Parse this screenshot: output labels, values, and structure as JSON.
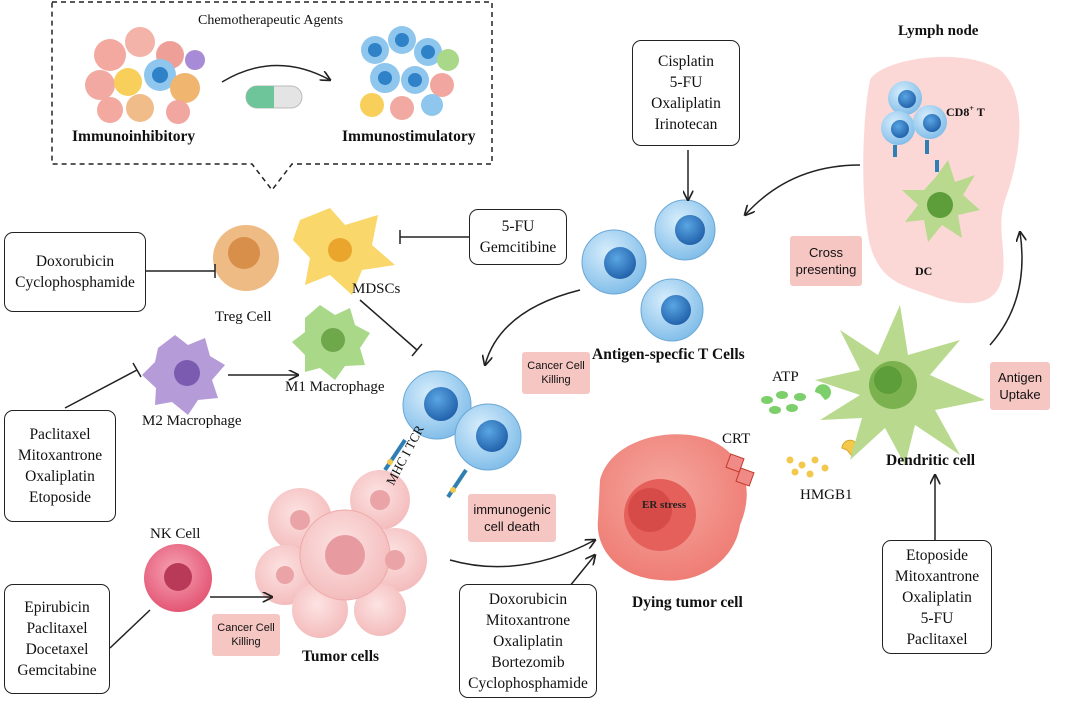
{
  "header_panel": {
    "title": "Chemotherapeutic Agents",
    "left_label": "Immunoinhibitory",
    "right_label": "Immunostimulatory"
  },
  "labels": {
    "lymph_node": "Lymph node",
    "cd8_t": "CD8",
    "cd8_t_sup": "+",
    "cd8_t_suffix": " T",
    "dc_short": "DC",
    "treg": "Treg Cell",
    "mdscs": "MDSCs",
    "m2": "M2 Macrophage",
    "m1": "M1 Macrophage",
    "antigen_t": "Antigen-specfic T Cells",
    "nk": "NK Cell",
    "tumor": "Tumor cells",
    "mhc_tcr": "MHC I  TCR",
    "dying": "Dying tumor cell",
    "er": "ER  stress",
    "crt": "CRT",
    "atp": "ATP",
    "hmgb1": "HMGB1",
    "dendritic": "Dendritic cell"
  },
  "drug_boxes": {
    "top": [
      "Cisplatin",
      "5-FU",
      "Oxaliplatin",
      "Irinotecan"
    ],
    "mdsc": [
      "5-FU",
      "Gemcitibine"
    ],
    "treg": [
      "Doxorubicin",
      "Cyclophosphamide"
    ],
    "m2": [
      "Paclitaxel",
      "Mitoxantrone",
      "Oxaliplatin",
      "Etoposide"
    ],
    "nk": [
      "Epirubicin",
      "Paclitaxel",
      "Docetaxel",
      "Gemcitabine"
    ],
    "dying": [
      "Doxorubicin",
      "Mitoxantrone",
      "Oxaliplatin",
      "Bortezomib",
      "Cyclophosphamide"
    ],
    "dc": [
      "Etoposide",
      "Mitoxantrone",
      "Oxaliplatin",
      "5-FU",
      "Paclitaxel"
    ]
  },
  "process_tags": {
    "cross": [
      "Cross",
      "presenting"
    ],
    "uptake": [
      "Antigen",
      "Uptake"
    ],
    "killing_t": [
      "Cancer Cell",
      "Killing"
    ],
    "killing_nk": [
      "Cancer Cell",
      "Killing"
    ],
    "icd": [
      "immunogenic",
      "cell death"
    ]
  },
  "colors": {
    "tag_fill": "#f6c6c3",
    "lymph_fill": "#fbd8d6",
    "t_cell": "#9fd0f0",
    "t_nucleus": "#2c7fc7",
    "dc": "#b9d98e",
    "treg": "#efbb84",
    "mdsc": "#f9d76a",
    "m2": "#b69bd9",
    "m1": "#a9d889",
    "nk": "#ec6f8a",
    "tumor": "#f6c3c3",
    "dying": "#f28b83"
  }
}
